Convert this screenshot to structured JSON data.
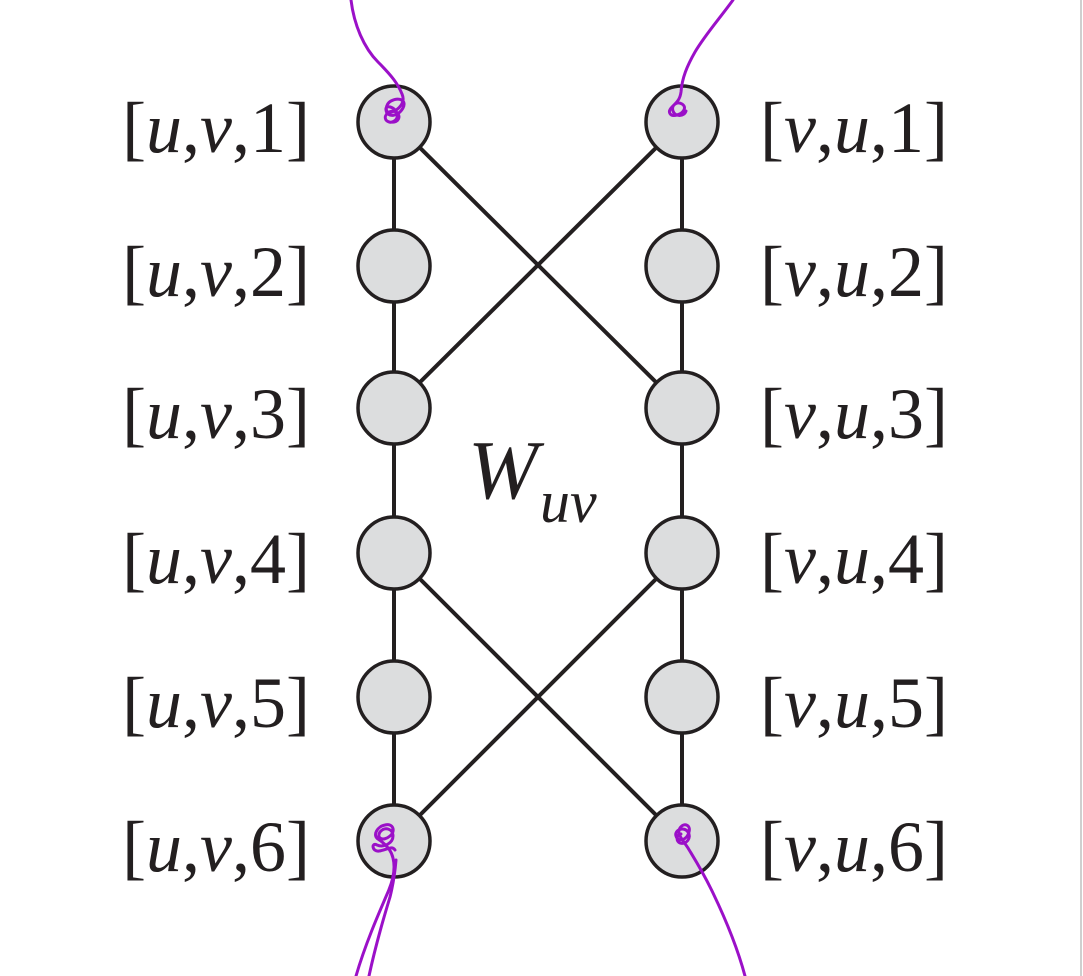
{
  "diagram": {
    "weight_label": {
      "main": "W",
      "subscript": "uv"
    },
    "left_labels": [
      {
        "open": "[",
        "a": "u",
        "sep1": ",",
        "b": "v",
        "sep2": ",",
        "index": "1",
        "close": "]"
      },
      {
        "open": "[",
        "a": "u",
        "sep1": ",",
        "b": "v",
        "sep2": ",",
        "index": "2",
        "close": "]"
      },
      {
        "open": "[",
        "a": "u",
        "sep1": ",",
        "b": "v",
        "sep2": ",",
        "index": "3",
        "close": "]"
      },
      {
        "open": "[",
        "a": "u",
        "sep1": ",",
        "b": "v",
        "sep2": ",",
        "index": "4",
        "close": "]"
      },
      {
        "open": "[",
        "a": "u",
        "sep1": ",",
        "b": "v",
        "sep2": ",",
        "index": "5",
        "close": "]"
      },
      {
        "open": "[",
        "a": "u",
        "sep1": ",",
        "b": "v",
        "sep2": ",",
        "index": "6",
        "close": "]"
      }
    ],
    "right_labels": [
      {
        "open": "[",
        "a": "v",
        "sep1": ",",
        "b": "u",
        "sep2": ",",
        "index": "1",
        "close": "]"
      },
      {
        "open": "[",
        "a": "v",
        "sep1": ",",
        "b": "u",
        "sep2": ",",
        "index": "2",
        "close": "]"
      },
      {
        "open": "[",
        "a": "v",
        "sep1": ",",
        "b": "u",
        "sep2": ",",
        "index": "3",
        "close": "]"
      },
      {
        "open": "[",
        "a": "v",
        "sep1": ",",
        "b": "u",
        "sep2": ",",
        "index": "4",
        "close": "]"
      },
      {
        "open": "[",
        "a": "v",
        "sep1": ",",
        "b": "u",
        "sep2": ",",
        "index": "5",
        "close": "]"
      },
      {
        "open": "[",
        "a": "v",
        "sep1": ",",
        "b": "u",
        "sep2": ",",
        "index": "6",
        "close": "]"
      }
    ],
    "colors": {
      "node_fill": "#dcddde",
      "stroke": "#231f20",
      "annotation": "#9b10c8"
    }
  }
}
